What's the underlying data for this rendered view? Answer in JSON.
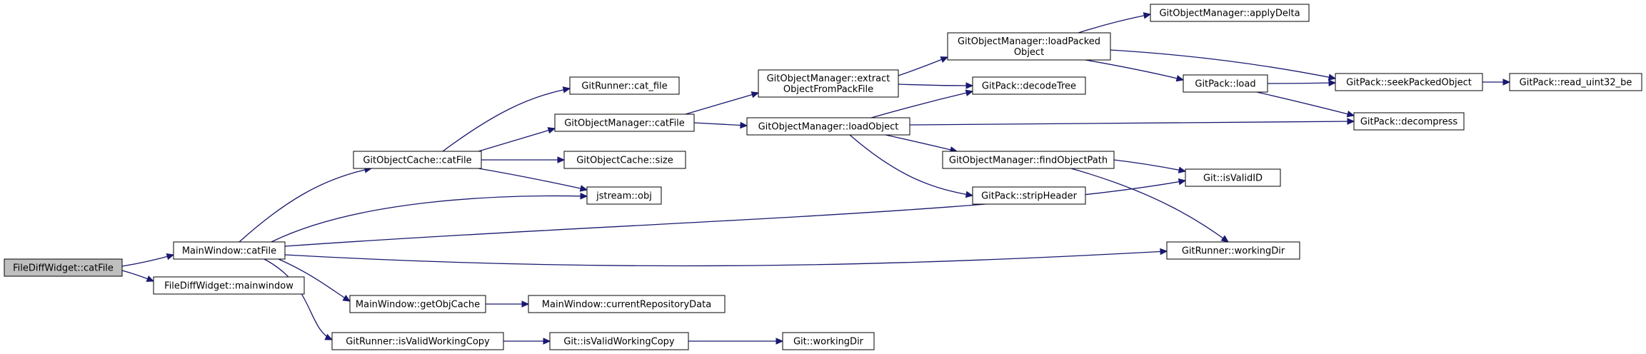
{
  "colors": {
    "edge": "#191970",
    "node_fill": "#ffffff",
    "root_fill": "#bfbfbf",
    "border": "#000000"
  },
  "nodes": [
    {
      "id": "filediff_catfile",
      "lines": [
        "FileDiffWidget::catFile"
      ],
      "root": true
    },
    {
      "id": "mainwindow_catfile",
      "lines": [
        "MainWindow::catFile"
      ]
    },
    {
      "id": "filediff_mainwindow",
      "lines": [
        "FileDiffWidget::mainwindow"
      ]
    },
    {
      "id": "gitobjectcache_catfile",
      "lines": [
        "GitObjectCache::catFile"
      ]
    },
    {
      "id": "jstream_obj",
      "lines": [
        "jstream::obj"
      ]
    },
    {
      "id": "mainwindow_getobjcache",
      "lines": [
        "MainWindow::getObjCache"
      ]
    },
    {
      "id": "gitrunner_isvalidworkingcopy",
      "lines": [
        "GitRunner::isValidWorkingCopy"
      ]
    },
    {
      "id": "git_isvalidid",
      "lines": [
        "Git::isValidID"
      ]
    },
    {
      "id": "gitrunner_workingdir",
      "lines": [
        "GitRunner::workingDir"
      ]
    },
    {
      "id": "gitrunner_cat_file",
      "lines": [
        "GitRunner::cat_file"
      ]
    },
    {
      "id": "gom_catfile",
      "lines": [
        "GitObjectManager::catFile"
      ]
    },
    {
      "id": "gitobjectcache_size",
      "lines": [
        "GitObjectCache::size"
      ]
    },
    {
      "id": "mainwindow_currentrepositorydata",
      "lines": [
        "MainWindow::currentRepositoryData"
      ]
    },
    {
      "id": "git_isvalidworkingcopy",
      "lines": [
        "Git::isValidWorkingCopy"
      ]
    },
    {
      "id": "git_workingdir",
      "lines": [
        "Git::workingDir"
      ]
    },
    {
      "id": "gom_extract",
      "lines": [
        "GitObjectManager::extract",
        "ObjectFromPackFile"
      ]
    },
    {
      "id": "gom_loadobject",
      "lines": [
        "GitObjectManager::loadObject"
      ]
    },
    {
      "id": "gom_loadpacked",
      "lines": [
        "GitObjectManager::loadPacked",
        "Object"
      ]
    },
    {
      "id": "gitpack_decodetree",
      "lines": [
        "GitPack::decodeTree"
      ]
    },
    {
      "id": "gom_findobjectpath",
      "lines": [
        "GitObjectManager::findObjectPath"
      ]
    },
    {
      "id": "gitpack_stripheader",
      "lines": [
        "GitPack::stripHeader"
      ]
    },
    {
      "id": "gom_applydelta",
      "lines": [
        "GitObjectManager::applyDelta"
      ]
    },
    {
      "id": "gitpack_load",
      "lines": [
        "GitPack::load"
      ]
    },
    {
      "id": "gitpack_seekpacked",
      "lines": [
        "GitPack::seekPackedObject"
      ]
    },
    {
      "id": "gitpack_decompress",
      "lines": [
        "GitPack::decompress"
      ]
    },
    {
      "id": "gitpack_read_uint32_be",
      "lines": [
        "GitPack::read_uint32_be"
      ]
    }
  ],
  "edges": [
    [
      "filediff_catfile",
      "mainwindow_catfile"
    ],
    [
      "filediff_catfile",
      "filediff_mainwindow"
    ],
    [
      "mainwindow_catfile",
      "gitobjectcache_catfile"
    ],
    [
      "mainwindow_catfile",
      "jstream_obj"
    ],
    [
      "mainwindow_catfile",
      "mainwindow_getobjcache"
    ],
    [
      "mainwindow_catfile",
      "gitrunner_isvalidworkingcopy"
    ],
    [
      "mainwindow_catfile",
      "git_isvalidid"
    ],
    [
      "mainwindow_catfile",
      "gitrunner_workingdir"
    ],
    [
      "gitobjectcache_catfile",
      "gitrunner_cat_file"
    ],
    [
      "gitobjectcache_catfile",
      "gom_catfile"
    ],
    [
      "gitobjectcache_catfile",
      "gitobjectcache_size"
    ],
    [
      "gitobjectcache_catfile",
      "jstream_obj"
    ],
    [
      "mainwindow_getobjcache",
      "mainwindow_currentrepositorydata"
    ],
    [
      "gitrunner_isvalidworkingcopy",
      "git_isvalidworkingcopy"
    ],
    [
      "git_isvalidworkingcopy",
      "git_workingdir"
    ],
    [
      "gom_catfile",
      "gom_extract"
    ],
    [
      "gom_catfile",
      "gom_loadobject"
    ],
    [
      "gom_extract",
      "gom_loadpacked"
    ],
    [
      "gom_extract",
      "gitpack_decodetree"
    ],
    [
      "gom_loadobject",
      "gitpack_decodetree"
    ],
    [
      "gom_loadobject",
      "gom_findobjectpath"
    ],
    [
      "gom_loadobject",
      "gitpack_stripheader"
    ],
    [
      "gom_loadobject",
      "gitpack_decompress"
    ],
    [
      "gom_loadpacked",
      "gom_applydelta"
    ],
    [
      "gom_loadpacked",
      "gitpack_load"
    ],
    [
      "gom_loadpacked",
      "gitpack_seekpacked"
    ],
    [
      "gitpack_load",
      "gitpack_seekpacked"
    ],
    [
      "gitpack_load",
      "gitpack_decompress"
    ],
    [
      "gitpack_seekpacked",
      "gitpack_read_uint32_be"
    ],
    [
      "gom_findobjectpath",
      "git_isvalidid"
    ],
    [
      "gom_findobjectpath",
      "gitrunner_workingdir"
    ]
  ]
}
